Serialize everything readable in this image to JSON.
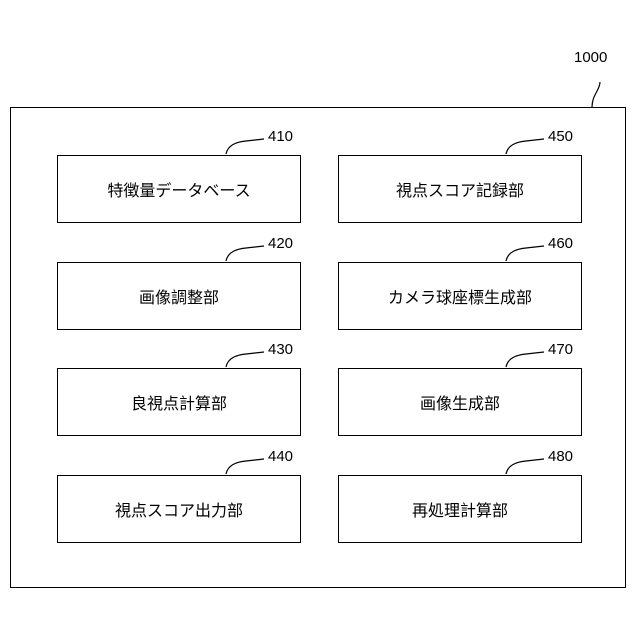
{
  "system": {
    "ref": "1000"
  },
  "blocks": [
    {
      "ref": "410",
      "label": "特徴量データベース"
    },
    {
      "ref": "420",
      "label": "画像調整部"
    },
    {
      "ref": "430",
      "label": "良視点計算部"
    },
    {
      "ref": "440",
      "label": "視点スコア出力部"
    },
    {
      "ref": "450",
      "label": "視点スコア記録部"
    },
    {
      "ref": "460",
      "label": "カメラ球座標生成部"
    },
    {
      "ref": "470",
      "label": "画像生成部"
    },
    {
      "ref": "480",
      "label": "再処理計算部"
    }
  ]
}
